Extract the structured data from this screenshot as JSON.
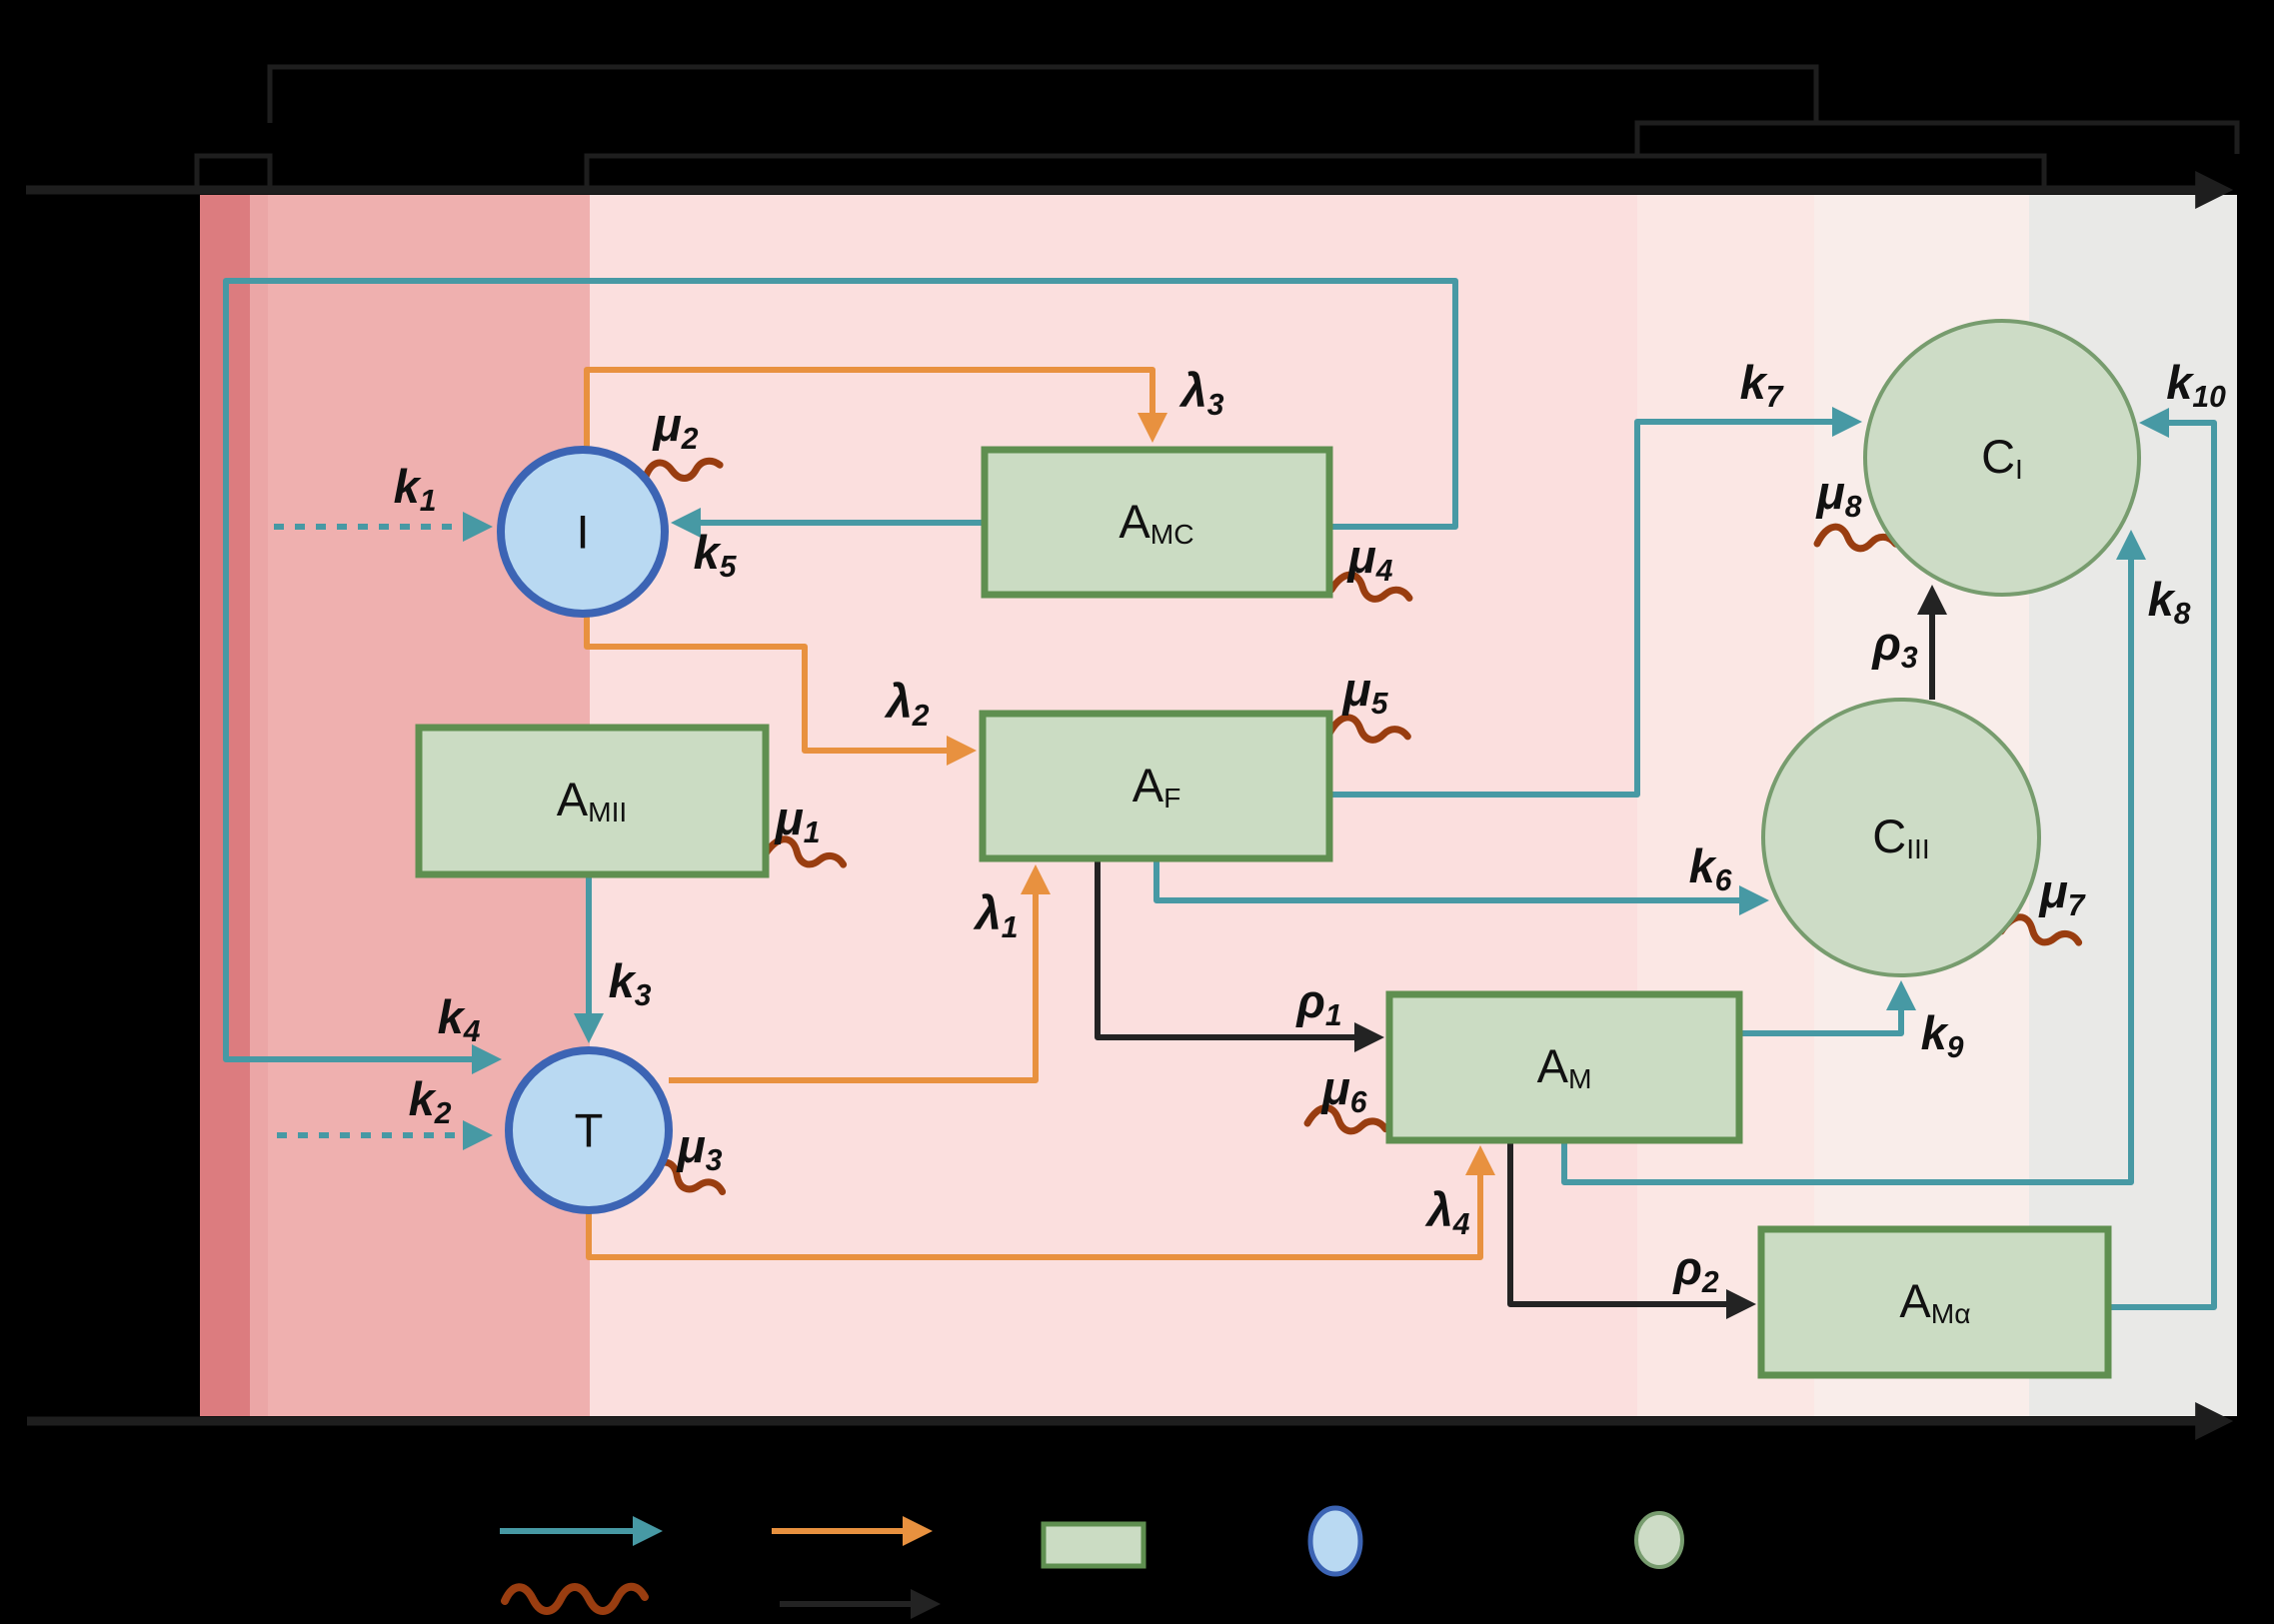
{
  "figure": {
    "description": "Compartment flow diagram over a phase-gradient panel with top hierarchy brackets and horizontal axis arrows"
  },
  "colors": {
    "background": "#000000",
    "axis": "#1e1e1e",
    "bracket": "#1e1e1e",
    "dark_line": "#232323",
    "teal": "#4799a4",
    "orange": "#e8913f",
    "brown": "#993d10",
    "box_fill": "#cbdcc3",
    "box_stroke": "#5f8f50",
    "circle_green_fill": "#cddcc6",
    "circle_green_stroke": "#779c6e",
    "cell_blue_fill": "#b9d9f2",
    "cell_blue_stroke": "#3c64b4",
    "label_text": "#111111"
  },
  "zones": {
    "bands": [
      {
        "name": "zone-1",
        "color": "#dc7c7f"
      },
      {
        "name": "zone-1b",
        "color": "#eba6a6"
      },
      {
        "name": "zone-2",
        "color": "#efb0af"
      },
      {
        "name": "zone-3",
        "color": "#fbdfde"
      },
      {
        "name": "zone-4",
        "color": "#fbe7e4"
      },
      {
        "name": "zone-5",
        "color": "#f9edea"
      },
      {
        "name": "zone-6",
        "color": "#e9e9e7"
      }
    ]
  },
  "nodes": {
    "i": {
      "label": "I"
    },
    "t": {
      "label": "T"
    },
    "amc": {
      "main": "A",
      "sub": "MC"
    },
    "amii": {
      "main": "A",
      "sub": "MII"
    },
    "af": {
      "main": "A",
      "sub": "F"
    },
    "am": {
      "main": "A",
      "sub": "M"
    },
    "amalpha": {
      "main": "A",
      "sub": "Mα"
    },
    "ci": {
      "main": "C",
      "sub": "I"
    },
    "ciii": {
      "main": "C",
      "sub": "III"
    }
  },
  "edge_labels": {
    "k1": {
      "main": "k",
      "sub": "1"
    },
    "k2": {
      "main": "k",
      "sub": "2"
    },
    "k3": {
      "main": "k",
      "sub": "3"
    },
    "k4": {
      "main": "k",
      "sub": "4"
    },
    "k5": {
      "main": "k",
      "sub": "5"
    },
    "k6": {
      "main": "k",
      "sub": "6"
    },
    "k7": {
      "main": "k",
      "sub": "7"
    },
    "k8": {
      "main": "k",
      "sub": "8"
    },
    "k9": {
      "main": "k",
      "sub": "9"
    },
    "k10": {
      "main": "k",
      "sub": "10"
    },
    "lambda1": {
      "main": "λ",
      "sub": "1"
    },
    "lambda2": {
      "main": "λ",
      "sub": "2"
    },
    "lambda3": {
      "main": "λ",
      "sub": "3"
    },
    "lambda4": {
      "main": "λ",
      "sub": "4"
    },
    "mu1": {
      "main": "μ",
      "sub": "1"
    },
    "mu2": {
      "main": "μ",
      "sub": "2"
    },
    "mu3": {
      "main": "μ",
      "sub": "3"
    },
    "mu4": {
      "main": "μ",
      "sub": "4"
    },
    "mu5": {
      "main": "μ",
      "sub": "5"
    },
    "mu6": {
      "main": "μ",
      "sub": "6"
    },
    "mu7": {
      "main": "μ",
      "sub": "7"
    },
    "mu8": {
      "main": "μ",
      "sub": "8"
    },
    "rho1": {
      "main": "ρ",
      "sub": "1"
    },
    "rho2": {
      "main": "ρ",
      "sub": "2"
    },
    "rho3": {
      "main": "ρ",
      "sub": "3"
    }
  }
}
